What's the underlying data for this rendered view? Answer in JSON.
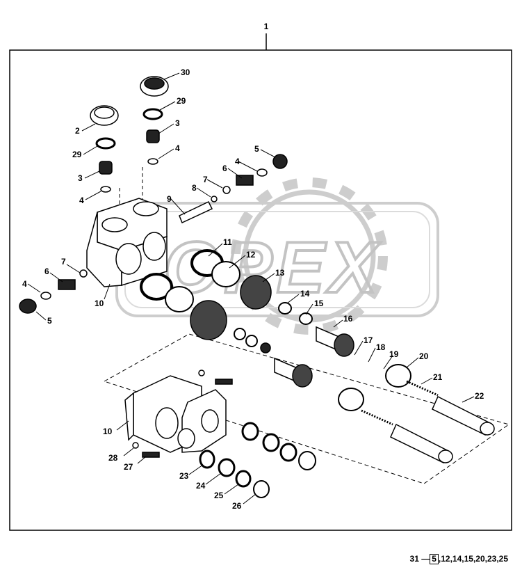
{
  "watermark": "OPEX",
  "assembly_callout": "1",
  "callouts": [
    {
      "id": "c30",
      "text": "30"
    },
    {
      "id": "c29a",
      "text": "29"
    },
    {
      "id": "c3a",
      "text": "3"
    },
    {
      "id": "c4a",
      "text": "4"
    },
    {
      "id": "c2",
      "text": "2"
    },
    {
      "id": "c29b",
      "text": "29"
    },
    {
      "id": "c3b",
      "text": "3"
    },
    {
      "id": "c4b",
      "text": "4"
    },
    {
      "id": "c5a",
      "text": "5"
    },
    {
      "id": "c4c",
      "text": "4"
    },
    {
      "id": "c6a",
      "text": "6"
    },
    {
      "id": "c7a",
      "text": "7"
    },
    {
      "id": "c8",
      "text": "8"
    },
    {
      "id": "c9",
      "text": "9"
    },
    {
      "id": "c11",
      "text": "11"
    },
    {
      "id": "c12",
      "text": "12"
    },
    {
      "id": "c13",
      "text": "13"
    },
    {
      "id": "c14",
      "text": "14"
    },
    {
      "id": "c15",
      "text": "15"
    },
    {
      "id": "c16",
      "text": "16"
    },
    {
      "id": "c17",
      "text": "17"
    },
    {
      "id": "c18",
      "text": "18"
    },
    {
      "id": "c19",
      "text": "19"
    },
    {
      "id": "c20",
      "text": "20"
    },
    {
      "id": "c21",
      "text": "21"
    },
    {
      "id": "c22",
      "text": "22"
    },
    {
      "id": "c7b",
      "text": "7"
    },
    {
      "id": "c6b",
      "text": "6"
    },
    {
      "id": "c4d",
      "text": "4"
    },
    {
      "id": "c5b",
      "text": "5"
    },
    {
      "id": "c10a",
      "text": "10"
    },
    {
      "id": "c10b",
      "text": "10"
    },
    {
      "id": "c28",
      "text": "28"
    },
    {
      "id": "c27",
      "text": "27"
    },
    {
      "id": "c23",
      "text": "23"
    },
    {
      "id": "c24",
      "text": "24"
    },
    {
      "id": "c25",
      "text": "25"
    },
    {
      "id": "c26",
      "text": "26"
    }
  ],
  "kit": {
    "number": "31",
    "first": "5",
    "rest": ",12,14,15,20,23,25"
  }
}
